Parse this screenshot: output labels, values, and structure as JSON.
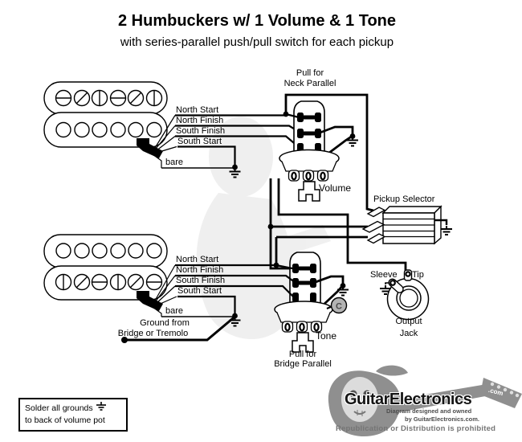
{
  "title": "2 Humbuckers w/ 1 Volume & 1 Tone",
  "subtitle": "with series-parallel push/pull switch for each pickup",
  "neck": {
    "wire_labels": [
      "North Start",
      "North Finish",
      "South Finish",
      "South Start"
    ],
    "bare_label": "bare"
  },
  "bridge": {
    "wire_labels": [
      "North Start",
      "North Finish",
      "South Finish",
      "South Start"
    ],
    "bare_label": "bare",
    "ground_line1": "Ground from",
    "ground_line2": "Bridge or Tremolo"
  },
  "volume_pot": {
    "label": "Volume",
    "pull_line1": "Pull for",
    "pull_line2": "Neck Parallel"
  },
  "tone_pot": {
    "label": "Tone",
    "pull_line1": "Pull for",
    "pull_line2": "Bridge Parallel",
    "capacitor": "C"
  },
  "selector": {
    "label": "Pickup Selector"
  },
  "output_jack": {
    "sleeve": "Sleeve",
    "tip": "Tip",
    "name_line1": "Output",
    "name_line2": "Jack"
  },
  "note_box": {
    "line1": "Solder all grounds",
    "line2": "to back of volume pot"
  },
  "branding": {
    "logo_main": "GuitarElectronics",
    "logo_tld": ".com",
    "credit_line1": "Diagram designed and owned",
    "credit_line2": "by GuitarElectronics.com.",
    "notice": "Republication or Distribution is prohibited"
  },
  "colors": {
    "wire": "#000000",
    "capacitor_fill": "#b3b3b3",
    "logo_gray": "#8f8f8f",
    "background": "#ffffff"
  }
}
